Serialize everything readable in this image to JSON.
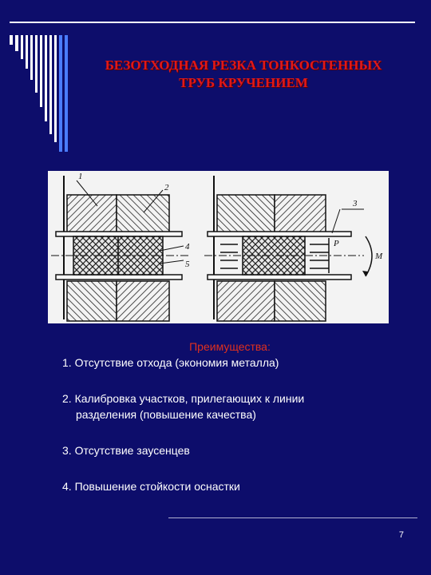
{
  "slide": {
    "title_lines": [
      "БЕЗОТХОДНАЯ РЕЗКА ТОНКОСТЕННЫХ",
      "ТРУБ КРУЧЕНИЕМ"
    ],
    "figure_labels": {
      "l1": "1",
      "l2": "2",
      "l3": "3",
      "l4": "4",
      "l5": "5",
      "lP": "P",
      "lM": "M"
    },
    "benefits_heading": "Преимущества:",
    "benefits": [
      {
        "line1": "1. Отсутствие отхода (экономия металла)"
      },
      {
        "line1": "2. Калибровка участков, прилегающих к линии",
        "line2": "разделения (повышение качества)"
      },
      {
        "line1": "3. Отсутствие заусенцев"
      },
      {
        "line1": "4. Повышение стойкости оснастки"
      }
    ],
    "page_number": "7",
    "colors": {
      "background": "#0d0d6b",
      "title": "#e01818",
      "heading": "#e0301e",
      "text": "#ffffff"
    }
  }
}
